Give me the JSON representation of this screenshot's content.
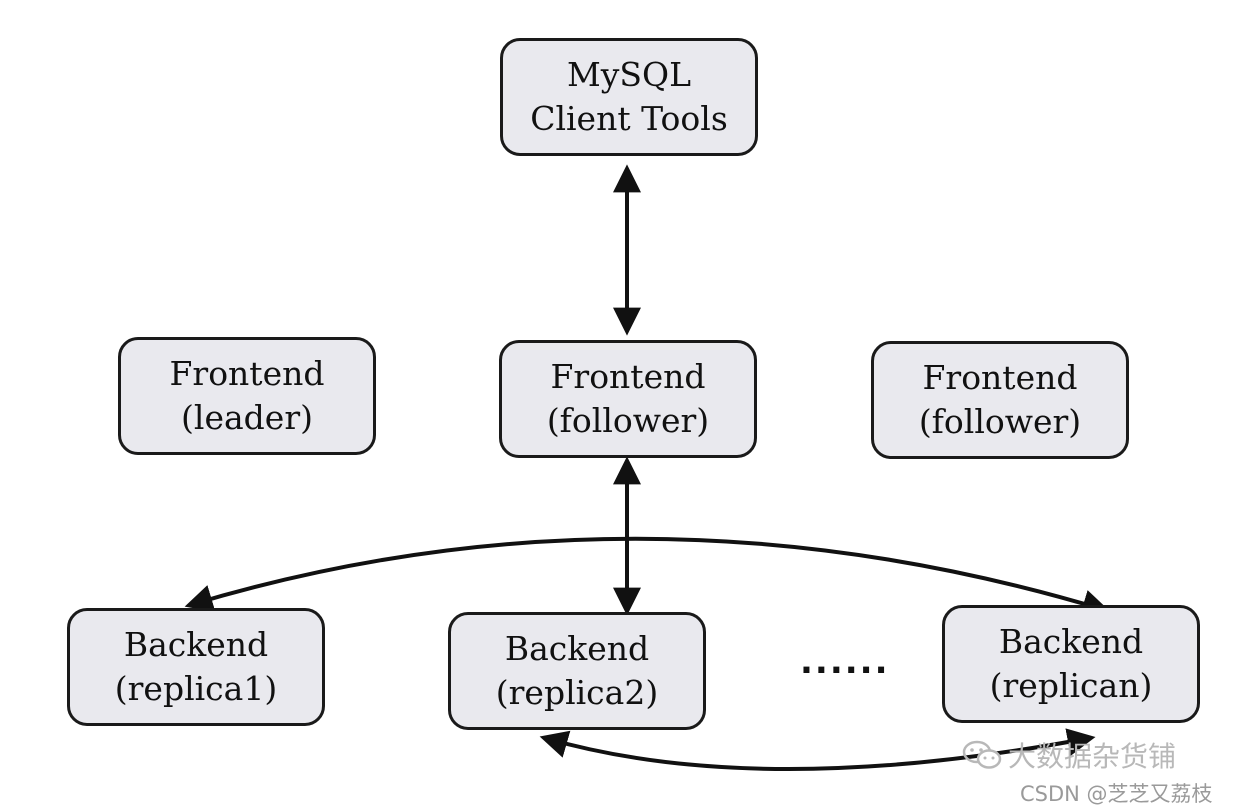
{
  "nodes": {
    "client": {
      "line1": "MySQL",
      "line2": "Client Tools"
    },
    "frontend_leader": {
      "line1": "Frontend",
      "line2": "(leader)"
    },
    "frontend_follower_center": {
      "line1": "Frontend",
      "line2": "(follower)"
    },
    "frontend_follower_right": {
      "line1": "Frontend",
      "line2": "(follower)"
    },
    "backend_replica1": {
      "line1": "Backend",
      "line2": "(replica1)"
    },
    "backend_replica2": {
      "line1": "Backend",
      "line2": "(replica2)"
    },
    "backend_replican": {
      "line1": "Backend",
      "line2": "(replican)"
    }
  },
  "ellipsis": "......",
  "watermark": {
    "text": "大数据杂货铺",
    "credit": "CSDN @芝芝又荔枝"
  },
  "colors": {
    "node_fill": "#e9e9ee",
    "stroke": "#1a1a1a",
    "watermark": "#b8b8b8"
  }
}
